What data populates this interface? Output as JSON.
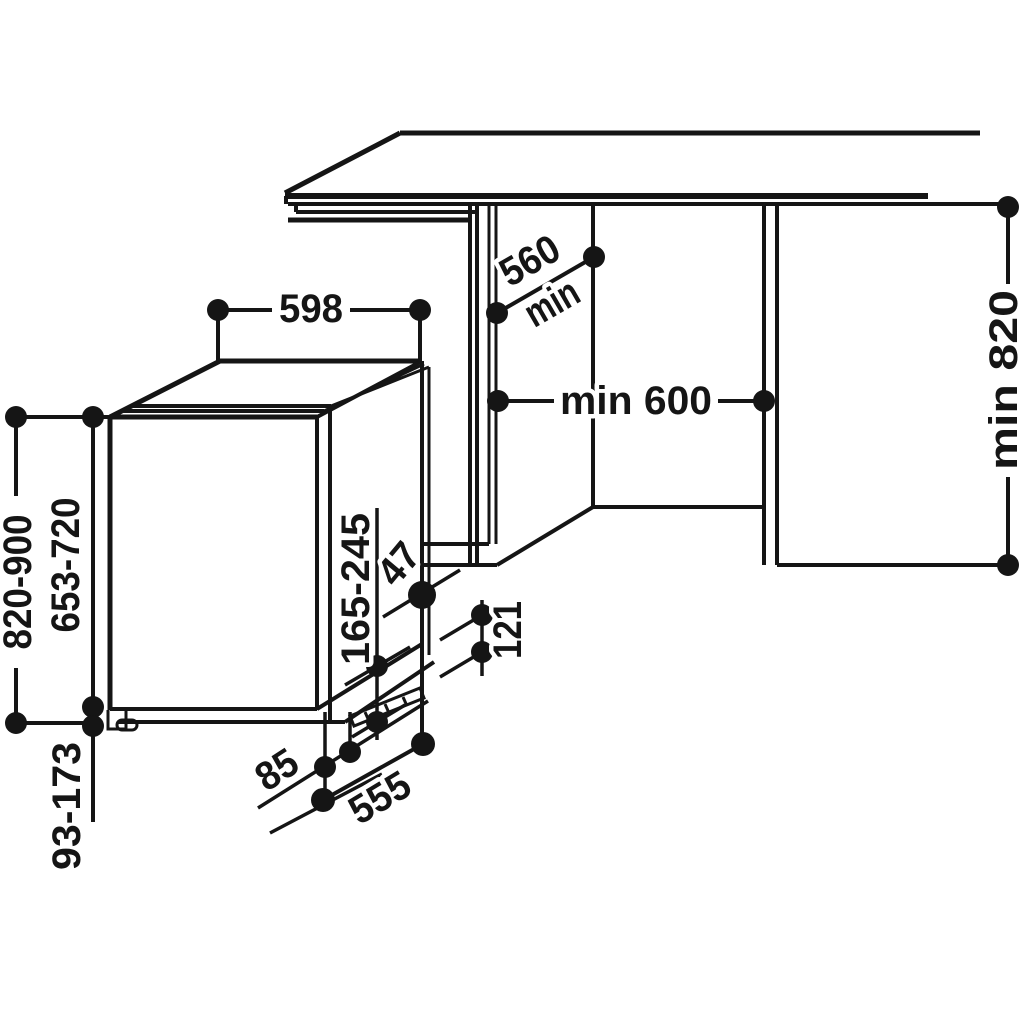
{
  "diagram": {
    "background_color": "#ffffff",
    "line_color": "#151515",
    "dimensions": {
      "top_width": {
        "text": "598"
      },
      "niche_depth": {
        "value": "560",
        "qualifier": "min"
      },
      "niche_width": {
        "text": "min 600"
      },
      "niche_height": {
        "text": "min 820"
      },
      "overall_height": {
        "text": "820-900"
      },
      "body_height": {
        "text": "653-720"
      },
      "range_165_245": {
        "text": "165-245"
      },
      "dim_47": {
        "text": "47"
      },
      "dim_121": {
        "text": "121"
      },
      "dim_85": {
        "text": "85"
      },
      "dim_555": {
        "text": "555"
      },
      "plinth_height": {
        "text": "93-173"
      }
    }
  }
}
